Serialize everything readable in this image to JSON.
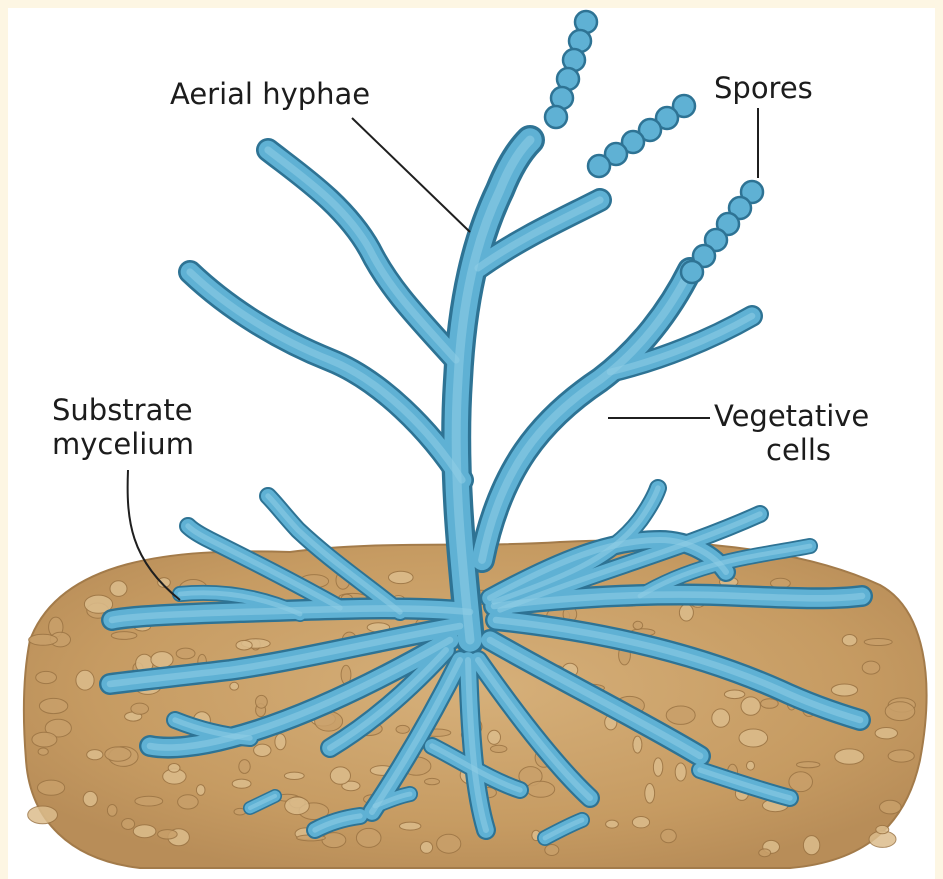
{
  "diagram": {
    "labels": {
      "aerial_hyphae": "Aerial hyphae",
      "spores": "Spores",
      "substrate_line1": "Substrate",
      "substrate_line2": "mycelium",
      "vegetative_line1": "Vegetative",
      "vegetative_line2": "cells"
    },
    "colors": {
      "background": "#fdf6e3",
      "hyphae": "#5fb1d4",
      "hyphae_outline": "#2e7394",
      "soil": "#c9a06a",
      "soil_dark": "#9b7444",
      "label_text": "#1c1c1c"
    }
  }
}
